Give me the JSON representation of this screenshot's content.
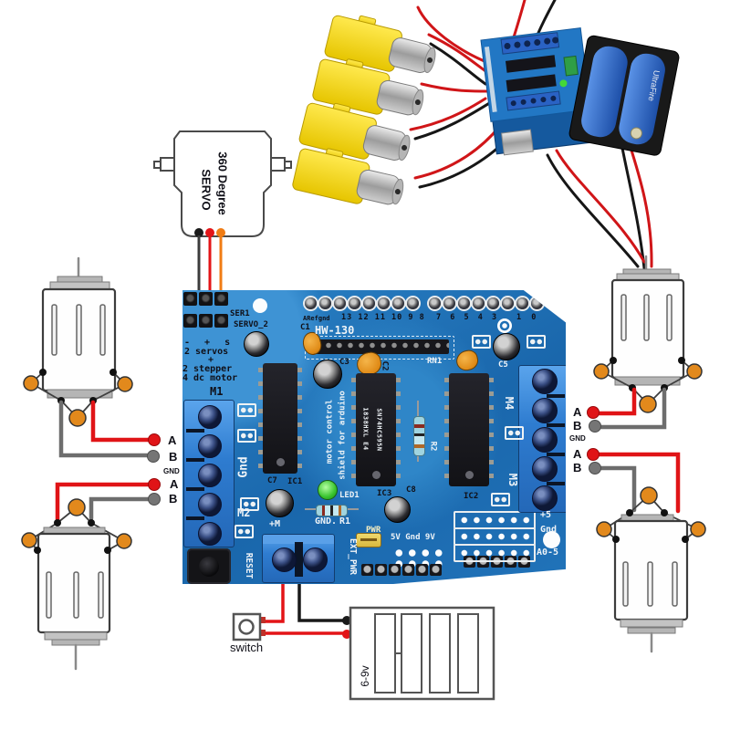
{
  "colors": {
    "board_blue": "#1e6fb4",
    "terminal_blue": "#3787d8",
    "wire_red": "#e01417",
    "wire_gray": "#6d6d6d",
    "wire_orange": "#f07c14",
    "cap_orange": "#e08a1e",
    "motor_yellow": "#f2d800",
    "battery_cell_blue": "#2e6fd0",
    "led_green": "#3cc32c"
  },
  "photo": {
    "battery_brand": "UltraFire"
  },
  "servo": {
    "line1": "360 Degree",
    "line2": "SERVO"
  },
  "left_port": {
    "a1": "A",
    "b1": "B",
    "gnd": "GND",
    "a2": "A",
    "b2": "B"
  },
  "right_port": {
    "a1": "A",
    "b1": "B",
    "gnd": "GND",
    "a2": "A",
    "b2": "B"
  },
  "board": {
    "ser1": "SER1",
    "servo2": "SERVO_2",
    "polarity": "- + s",
    "servos": "2 servos",
    "plus": "+",
    "stepper": "2 stepper",
    "dcmotor": "4 dc motor",
    "model": "HW-130",
    "pins_aref": "ARefgnd",
    "pins_left": "13 12 11 10 9 8",
    "pins_mid": "7 6 5 4 3",
    "pins_right": "1 0",
    "m1": "M1",
    "m2": "M2",
    "m3": "M3",
    "m4": "M4",
    "gnd_rail": "Gnd",
    "rn1": "RN1",
    "c1": "C1",
    "c2": "C2",
    "c3": "C3",
    "c5": "C5",
    "c7": "C7",
    "c8": "C8",
    "ic1": "IC1",
    "ic2": "IC2",
    "ic3": "IC3",
    "chip_line1": "1838HXL E4",
    "chip_line2": "SN74HC595N",
    "motor_control": "motor control",
    "shield_for": "shield for arduino",
    "r1": "R1",
    "r2": "R2",
    "led1": "LED1",
    "plus_m": "+M",
    "gnd_dot": "GND.",
    "pwr": "PWR",
    "rails": "5V Gnd 9V",
    "plus5": "+5",
    "gnd5": "Gnd",
    "a05": "A0-5",
    "reset": "RESET",
    "ext_pwr": "EXT_PWR"
  },
  "bottom": {
    "switch_label": "switch",
    "battery_label": "6-9v"
  }
}
